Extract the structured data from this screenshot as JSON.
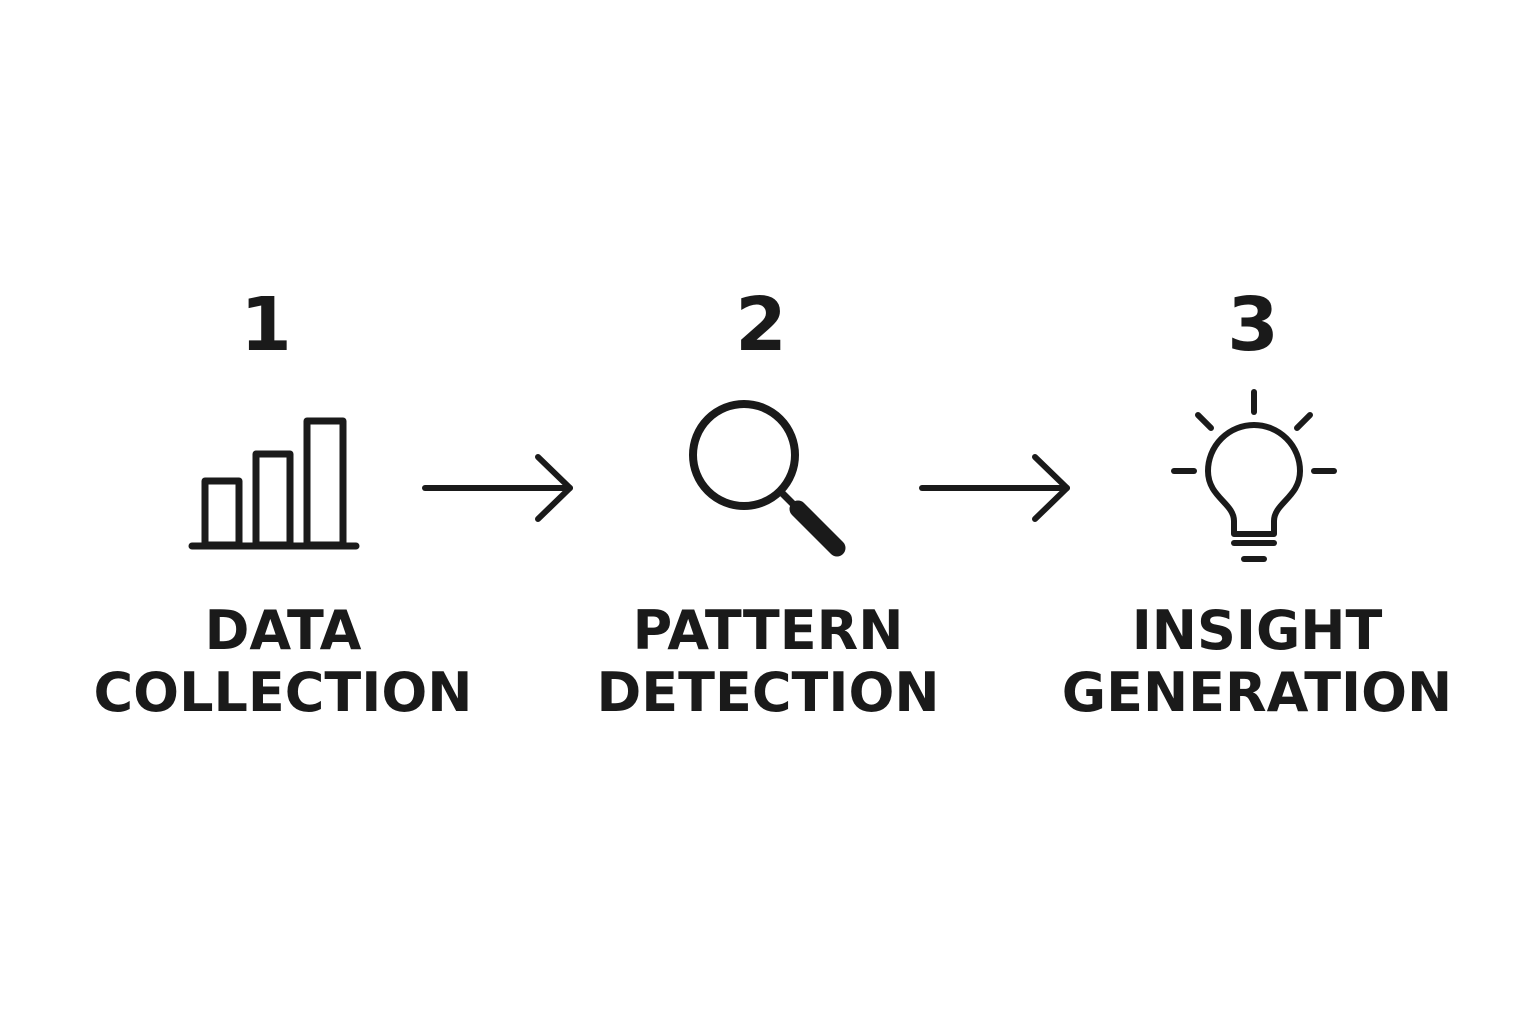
{
  "steps": [
    {
      "number": "1",
      "label_line1": "DATA",
      "label_line2": "COLLECTION",
      "icon": "bar-chart-icon"
    },
    {
      "number": "2",
      "label_line1": "PATTERN",
      "label_line2": "DETECTION",
      "icon": "magnifying-glass-icon"
    },
    {
      "number": "3",
      "label_line1": "INSIGHT",
      "label_line2": "GENERATION",
      "icon": "lightbulb-icon"
    }
  ],
  "connectors": [
    "right-arrow-icon",
    "right-arrow-icon"
  ],
  "colors": {
    "ink": "#1a1a1a",
    "background": "#ffffff"
  }
}
